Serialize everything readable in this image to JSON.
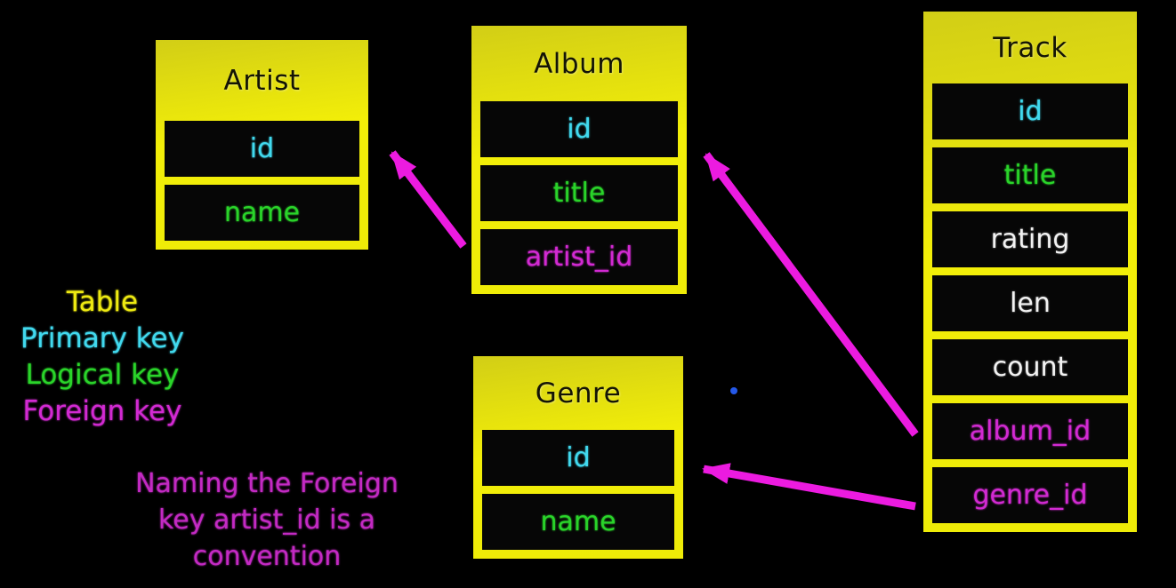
{
  "tables": [
    {
      "name": "Artist",
      "columns": [
        {
          "name": "id",
          "role": "primary key"
        },
        {
          "name": "name",
          "role": "logical key"
        }
      ]
    },
    {
      "name": "Album",
      "columns": [
        {
          "name": "id",
          "role": "primary key"
        },
        {
          "name": "title",
          "role": "logical key"
        },
        {
          "name": "artist_id",
          "role": "foreign key"
        }
      ]
    },
    {
      "name": "Genre",
      "columns": [
        {
          "name": "id",
          "role": "primary key"
        },
        {
          "name": "name",
          "role": "logical key"
        }
      ]
    },
    {
      "name": "Track",
      "columns": [
        {
          "name": "id",
          "role": "primary key"
        },
        {
          "name": "title",
          "role": "logical key"
        },
        {
          "name": "rating",
          "role": "attribute"
        },
        {
          "name": "len",
          "role": "attribute"
        },
        {
          "name": "count",
          "role": "attribute"
        },
        {
          "name": "album_id",
          "role": "foreign key"
        },
        {
          "name": "genre_id",
          "role": "foreign key"
        }
      ]
    }
  ],
  "relationships": [
    {
      "from": "Album.artist_id",
      "to": "Artist.id"
    },
    {
      "from": "Track.album_id",
      "to": "Album.id"
    },
    {
      "from": "Track.genre_id",
      "to": "Genre.id"
    }
  ],
  "legend": {
    "items": [
      {
        "label": "Table",
        "color": "#eeea12"
      },
      {
        "label": "Primary key",
        "color": "#41d9ee"
      },
      {
        "label": "Logical key",
        "color": "#2ad42a"
      },
      {
        "label": "Foreign key",
        "color": "#d22ad2"
      }
    ]
  },
  "note": {
    "lines": [
      "Naming the Foreign",
      "key artist_id is a",
      "convention"
    ]
  },
  "colors": {
    "background": "#000000",
    "table-label": "#eeea12",
    "primary": "#41d9ee",
    "logical": "#2ad42a",
    "foreign": "#d22ad2",
    "plain": "#f2f2f2",
    "arrow": "#ec1be0",
    "note": "#c32ac3",
    "dot": "#2458e8"
  }
}
